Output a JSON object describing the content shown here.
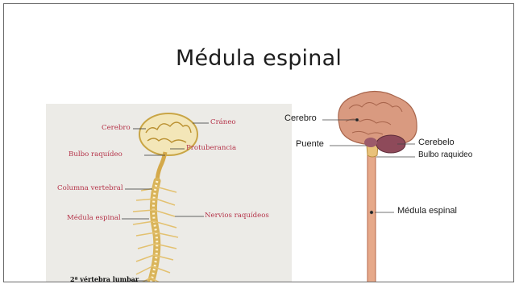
{
  "slide": {
    "title": "Médula espinal"
  },
  "left_diagram": {
    "labels": {
      "cerebro": "Cerebro",
      "craneo": "Cráneo",
      "bulbo": "Bulbo raquídeo",
      "protuberancia": "Protuberancia",
      "columna": "Columna vertebral",
      "nervios": "Nervios raquídeos",
      "medula": "Médula espinal",
      "vertebra": "2ª vértebra lumbar"
    },
    "colors": {
      "label": "#b5344a",
      "bone": "#d9b45a",
      "nerve": "#e8c77a"
    }
  },
  "right_diagram": {
    "labels": {
      "cerebro": "Cerebro",
      "puente": "Puente",
      "cerebelo": "Cerebelo",
      "bulbo": "Bulbo raquideo",
      "medula": "Médula espinal"
    },
    "colors": {
      "brain": "#d99a80",
      "cord": "#e6a98a",
      "cerebellum": "#8e4a5a"
    }
  }
}
